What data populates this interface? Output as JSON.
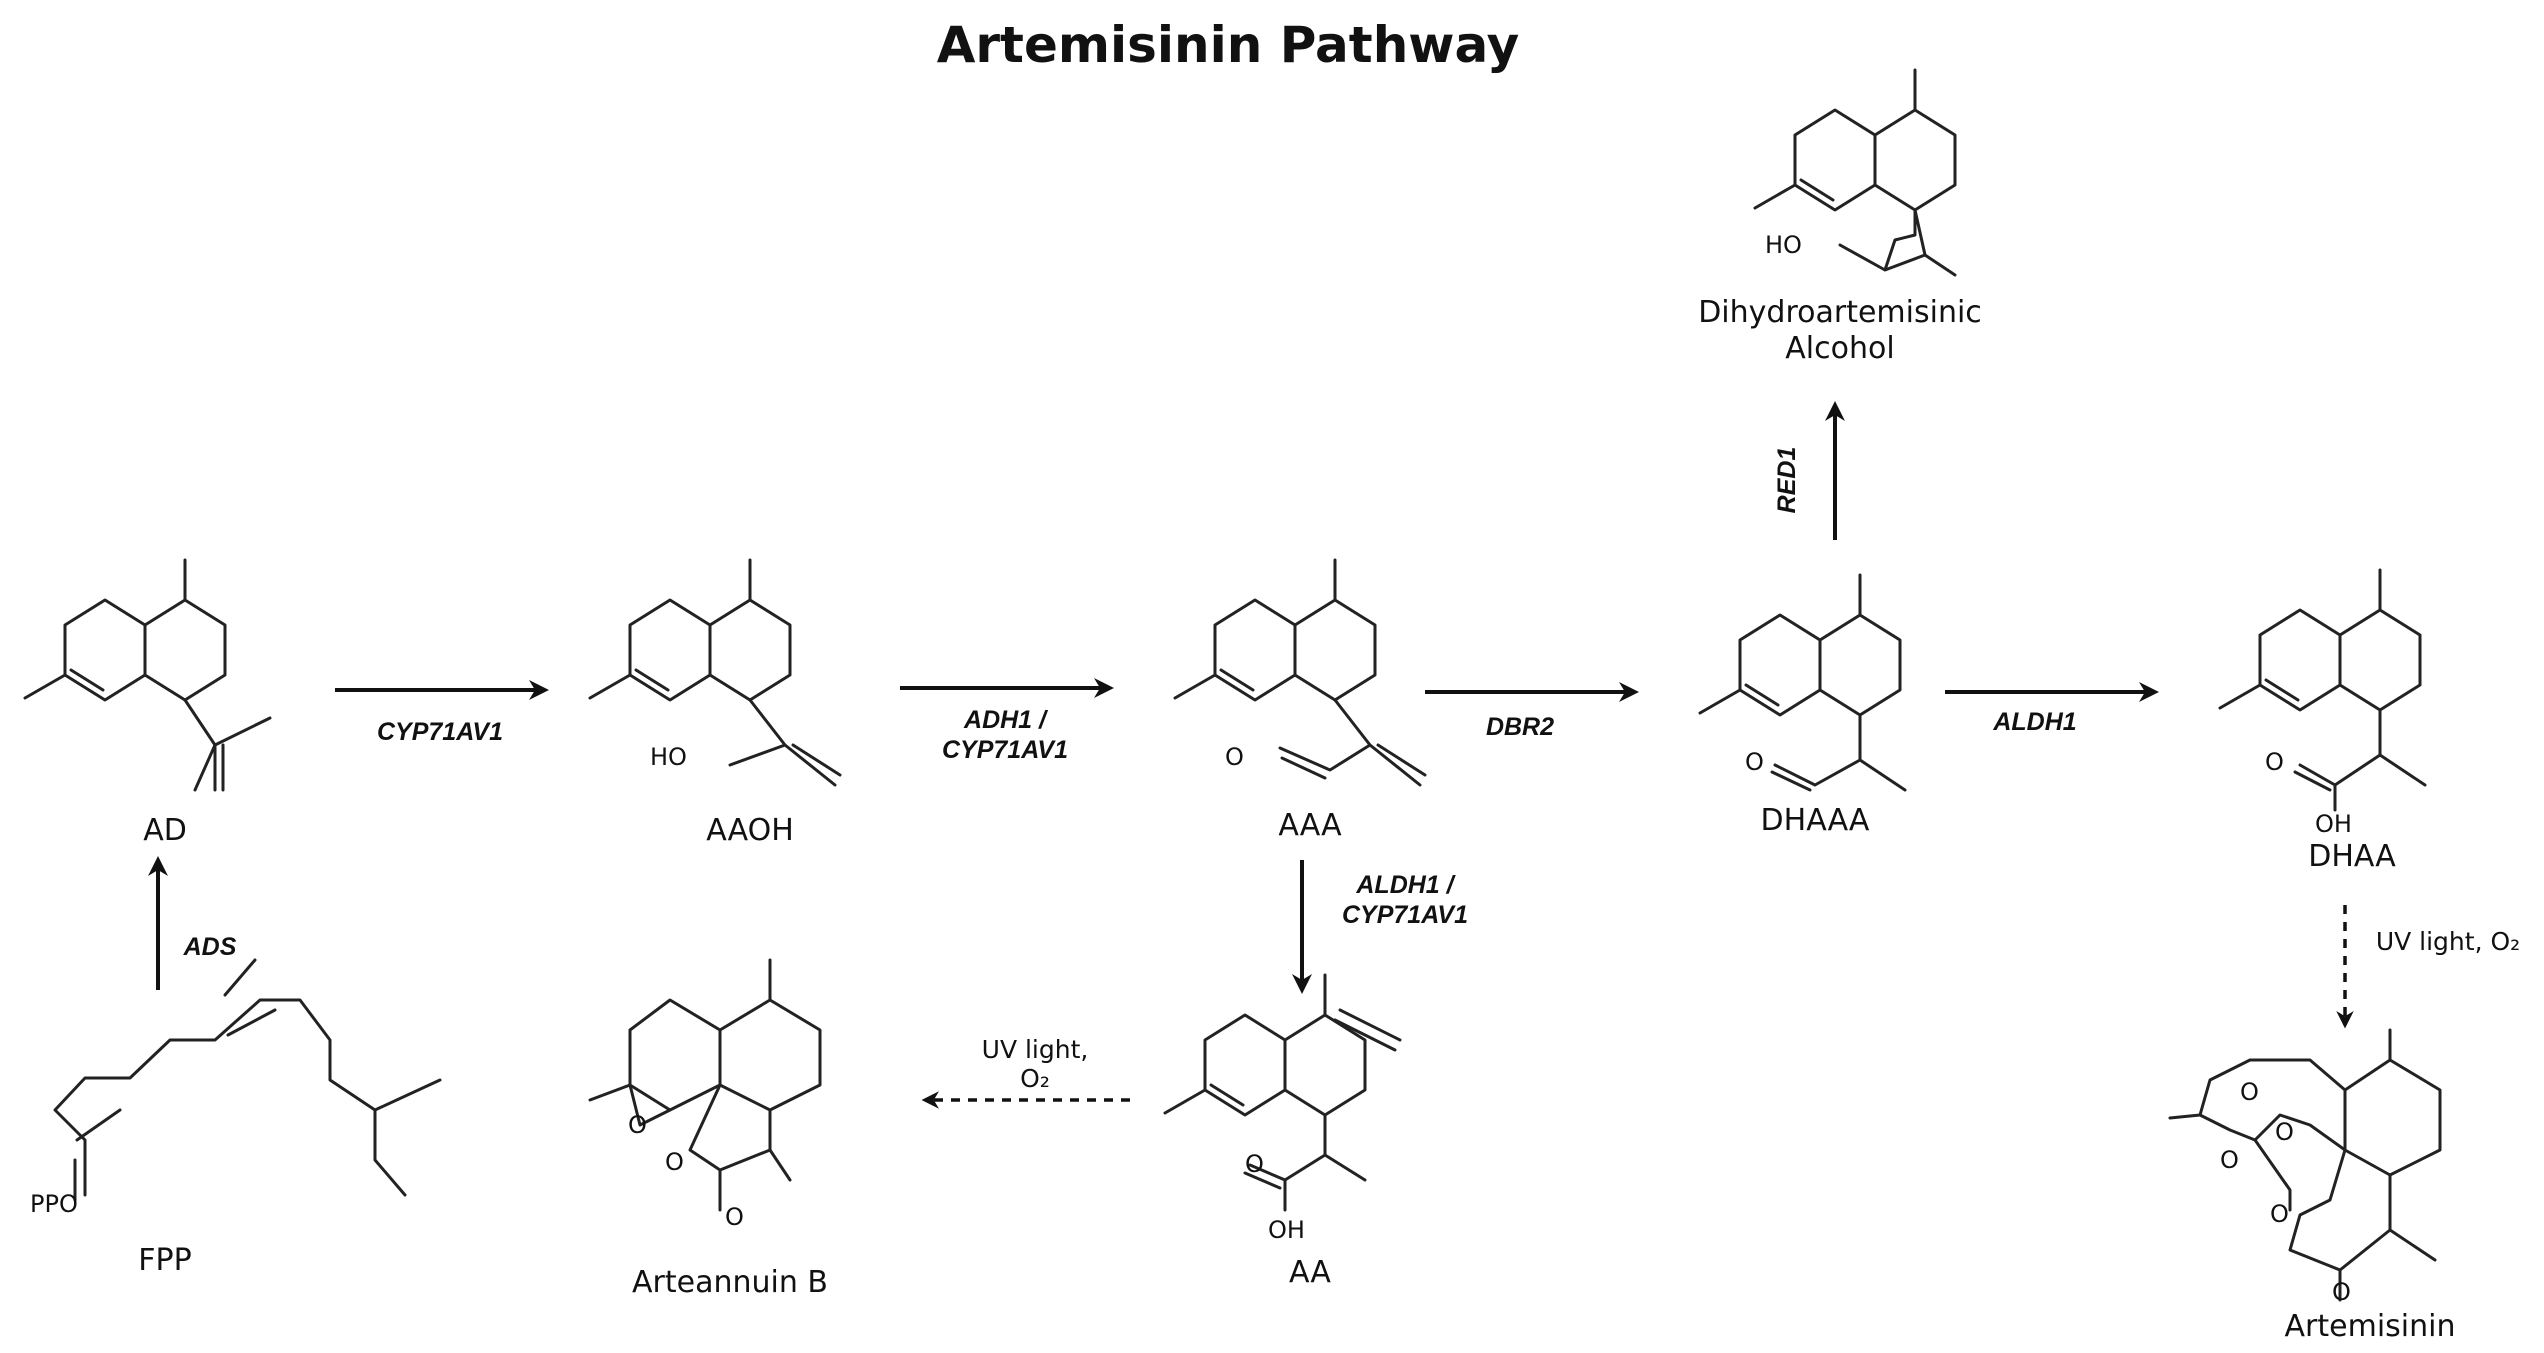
{
  "title": "Artemisinin Pathway",
  "compounds": {
    "fpp": "FPP",
    "ad": "AD",
    "aaoh": "AAOH",
    "aaa": "AAA",
    "dhaaa": "DHAAA",
    "dhaa": "DHAA",
    "dha_alcohol_line1": "Dihydroartemisinic",
    "dha_alcohol_line2": "Alcohol",
    "aa": "AA",
    "arteannuin_b": "Arteannuin B",
    "artemisinin": "Artemisinin"
  },
  "enzymes": {
    "ads": "ADS",
    "cyp71av1": "CYP71AV1",
    "adh1_line1": "ADH1 /",
    "adh1_line2": "CYP71AV1",
    "dbr2": "DBR2",
    "aldh1": "ALDH1",
    "red1": "RED1",
    "aldh1_cyp_line1": "ALDH1 /",
    "aldh1_cyp_line2": "CYP71AV1"
  },
  "conditions": {
    "uv_left_line1": "UV light,",
    "uv_left_line2": "O₂",
    "uv_right": "UV light, O₂"
  },
  "atoms": {
    "ppo": "PPO",
    "ho": "HO",
    "o": "O",
    "oh": "OH"
  }
}
